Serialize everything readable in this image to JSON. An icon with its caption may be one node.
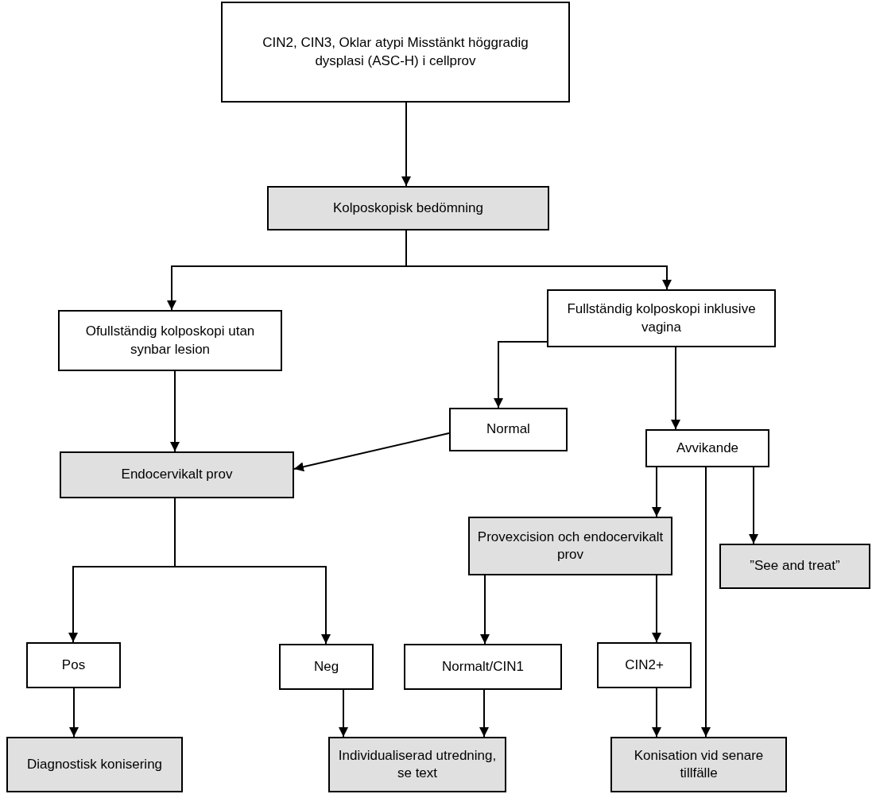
{
  "diagram": {
    "nodes": [
      {
        "text": [
          "CIN2, CIN3, Oklar atypi Misstänkt höggradig dysplasi (ASC-H) i cellprov"
        ]
      },
      {
        "text": [
          "Kolposkopisk bedömning"
        ]
      },
      {
        "text": [
          "Ofullständig kolposkopi utan synbar lesion"
        ]
      },
      {
        "text": [
          "Fullständig kolposkopi inklusive vagina"
        ]
      },
      {
        "text": [
          "Normal"
        ]
      },
      {
        "text": [
          "Endocervikalt prov"
        ]
      },
      {
        "text": [
          "Avvikande"
        ]
      },
      {
        "text": [
          "Provexcision och endocervikalt prov"
        ]
      },
      {
        "text": [
          "”See and treat”"
        ]
      },
      {
        "text": [
          "Pos"
        ]
      },
      {
        "text": [
          "Neg"
        ]
      },
      {
        "text": [
          "Normalt/CIN1"
        ]
      },
      {
        "text": [
          "CIN2+"
        ]
      },
      {
        "text": [
          "Diagnostisk konisering"
        ]
      },
      {
        "text": [
          "Individualiserad utredning, se text"
        ]
      },
      {
        "text": [
          "Konisation vid senare tillfälle"
        ]
      }
    ],
    "edges": [
      {
        "from": 0,
        "to": 1,
        "arrow": "to"
      },
      {
        "from": 1,
        "to": 2,
        "arrow": "to"
      },
      {
        "from": 1,
        "to": 3,
        "arrow": "to"
      },
      {
        "from": 2,
        "to": 5,
        "arrow": "to"
      },
      {
        "from": 3,
        "to": 4,
        "arrow": "to"
      },
      {
        "from": 3,
        "to": 6,
        "arrow": "to"
      },
      {
        "from": 4,
        "to": 5,
        "arrow": "to"
      },
      {
        "from": 6,
        "to": 7,
        "arrow": "to"
      },
      {
        "from": 6,
        "to": 15,
        "arrow": "to"
      },
      {
        "from": 6,
        "to": 8,
        "arrow": "to"
      },
      {
        "from": 5,
        "to": 9,
        "arrow": "to"
      },
      {
        "from": 5,
        "to": 10,
        "arrow": "to"
      },
      {
        "from": 7,
        "to": 11,
        "arrow": "to"
      },
      {
        "from": 7,
        "to": 12,
        "arrow": "to"
      },
      {
        "from": 9,
        "to": 13,
        "arrow": "to"
      },
      {
        "from": 10,
        "to": 14,
        "arrow": "to"
      },
      {
        "from": 11,
        "to": 14,
        "arrow": "to"
      },
      {
        "from": 12,
        "to": 15,
        "arrow": "to"
      }
    ]
  }
}
